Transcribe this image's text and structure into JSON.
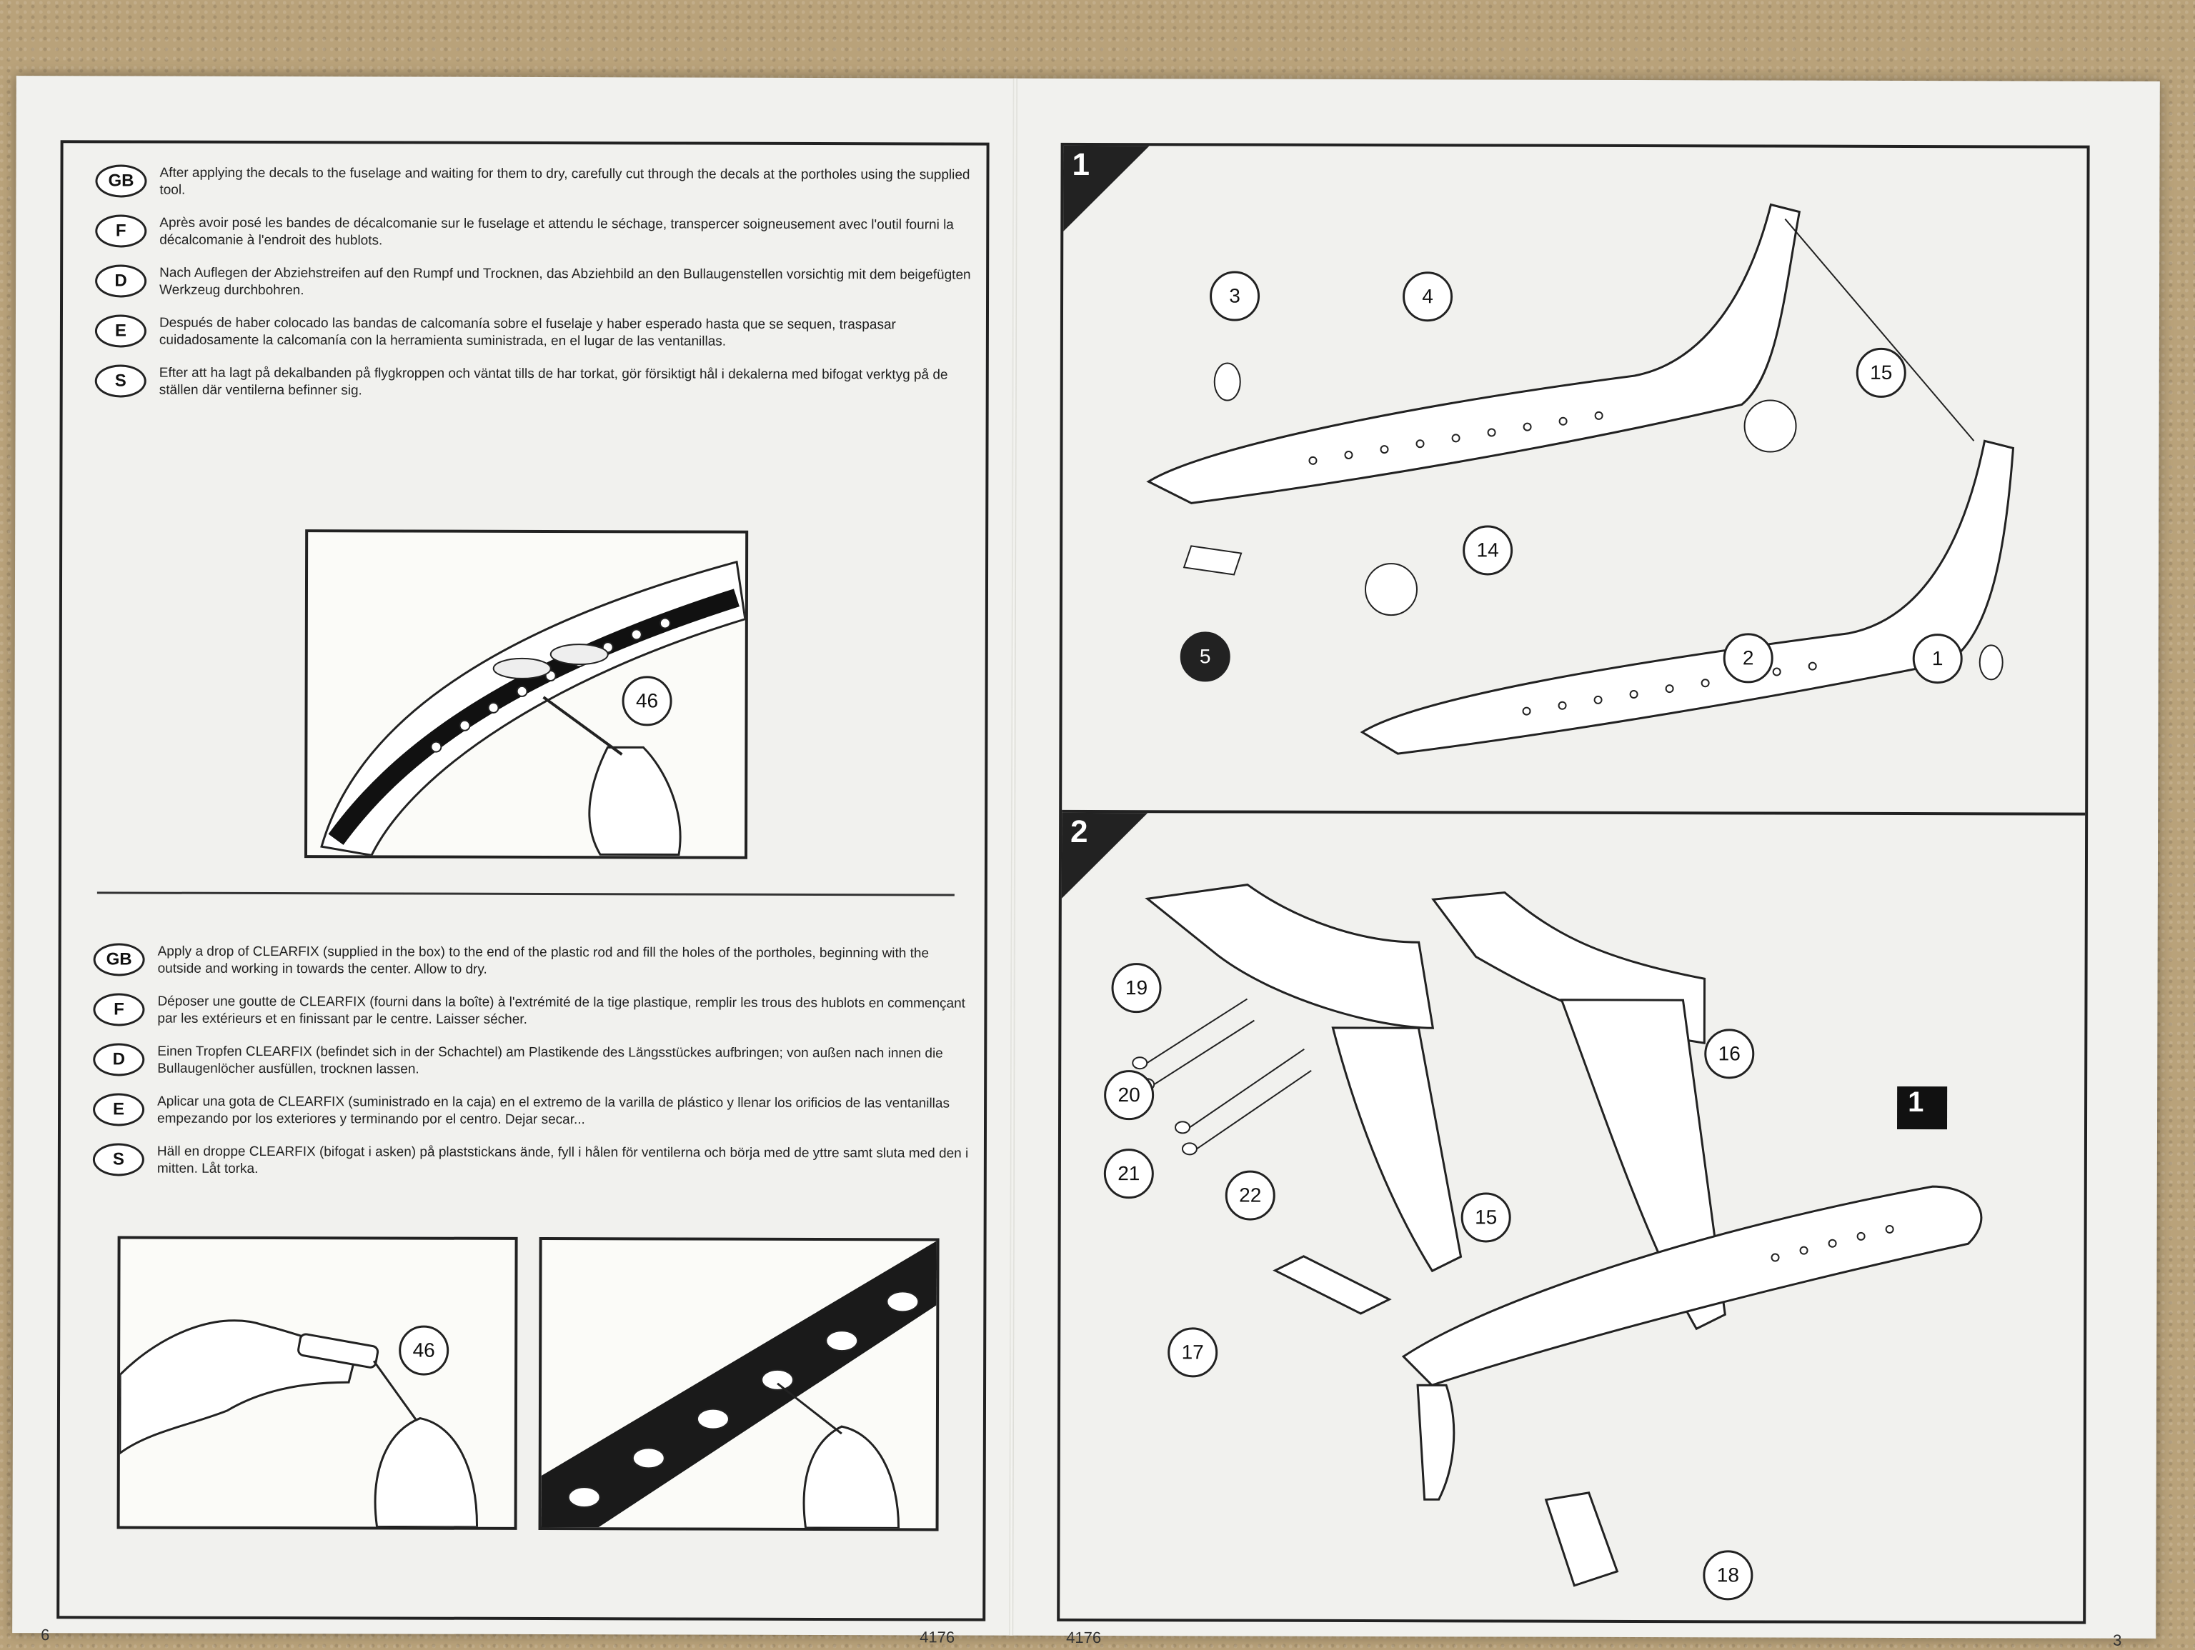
{
  "left_page": {
    "instructions_1": [
      {
        "lang": "GB",
        "text": "After applying the decals to the fuselage and waiting for them to dry, carefully cut through the decals at the portholes using the supplied tool."
      },
      {
        "lang": "F",
        "text": "Après avoir posé les bandes de décalcomanie sur le fuselage et attendu le séchage, transpercer soigneusement avec l'outil fourni la décalcomanie à l'endroit des hublots."
      },
      {
        "lang": "D",
        "text": "Nach Auflegen der Abziehstreifen auf den Rumpf und Trocknen, das Abziehbild an den Bullaugenstellen vorsichtig mit dem beigefügten Werkzeug durchbohren."
      },
      {
        "lang": "E",
        "text": "Después de haber colocado las bandas de calcomanía sobre el fuselaje y haber esperado hasta que se sequen, traspasar cuidadosamente la calcomanía con la herramienta suministrada, en el lugar de las ventanillas."
      },
      {
        "lang": "S",
        "text": "Efter att ha lagt på dekalbanden på flygkroppen och väntat tills de har torkat, gör försiktigt hål i dekalerna med bifogat verktyg på de ställen där ventilerna befinner sig."
      }
    ],
    "instructions_2": [
      {
        "lang": "GB",
        "text": "Apply a drop of CLEARFIX (supplied in the box) to the end of the plastic rod and fill the holes of the portholes, beginning with the outside and working in towards the center. Allow to dry."
      },
      {
        "lang": "F",
        "text": "Déposer une goutte de CLEARFIX (fourni dans la boîte) à l'extrémité de la tige plastique, remplir les trous des hublots en commençant par les extérieurs et en finissant par le centre. Laisser sécher."
      },
      {
        "lang": "D",
        "text": "Einen Tropfen CLEARFIX (befindet sich in der Schachtel) am Plastikende des Längsstückes aufbringen; von außen nach innen die Bullaugenlöcher ausfüllen, trocknen lassen."
      },
      {
        "lang": "E",
        "text": "Aplicar una gota de CLEARFIX (suministrado en la caja) en el extremo de la varilla de plástico y llenar los orificios de las ventanillas empezando por los exteriores y terminando por el centro. Dejar secar..."
      },
      {
        "lang": "S",
        "text": "Häll en droppe CLEARFIX (bifogat i asken) på plaststickans ände, fyll i hålen för ventilerna och börja med de yttre samt sluta med den i mitten. Låt torka."
      }
    ],
    "tool_callout": "46",
    "page_number": "6",
    "kit_number": "4176"
  },
  "right_page": {
    "step1": {
      "number": "1",
      "callouts": [
        "3",
        "4",
        "15",
        "14",
        "5",
        "2",
        "1"
      ]
    },
    "step2": {
      "number": "2",
      "ref_step": "1",
      "callouts": [
        "19",
        "16",
        "20",
        "21",
        "22",
        "15",
        "17",
        "18"
      ]
    },
    "kit_number": "4176",
    "page_number": "3"
  }
}
